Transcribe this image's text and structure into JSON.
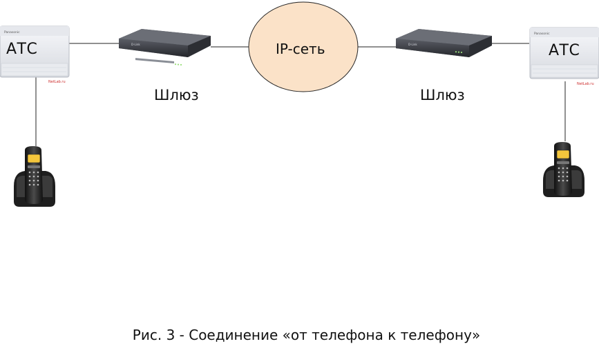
{
  "left": {
    "pbx_label": "АТС",
    "gateway_label": "Шлюз",
    "pbx_brand": "Panasonic",
    "pbx_stamp": "NetLab.ru"
  },
  "network": {
    "label": "IP-сеть",
    "fill_color": "#fbe2c8",
    "stroke_color": "#222222"
  },
  "right": {
    "pbx_label": "АТС",
    "gateway_label": "Шлюз",
    "pbx_brand": "Panasonic",
    "pbx_stamp": "NetLab.ru"
  },
  "gateway_brand": "D-Link",
  "caption": "Рис. 3 - Соединение «от телефона к телефону»",
  "colors": {
    "line": "#222222",
    "pbx_body": "#eef0f4",
    "gateway_body": "#3a3c42",
    "phone_body": "#2a2a2a",
    "phone_screen": "#f4c63c"
  }
}
